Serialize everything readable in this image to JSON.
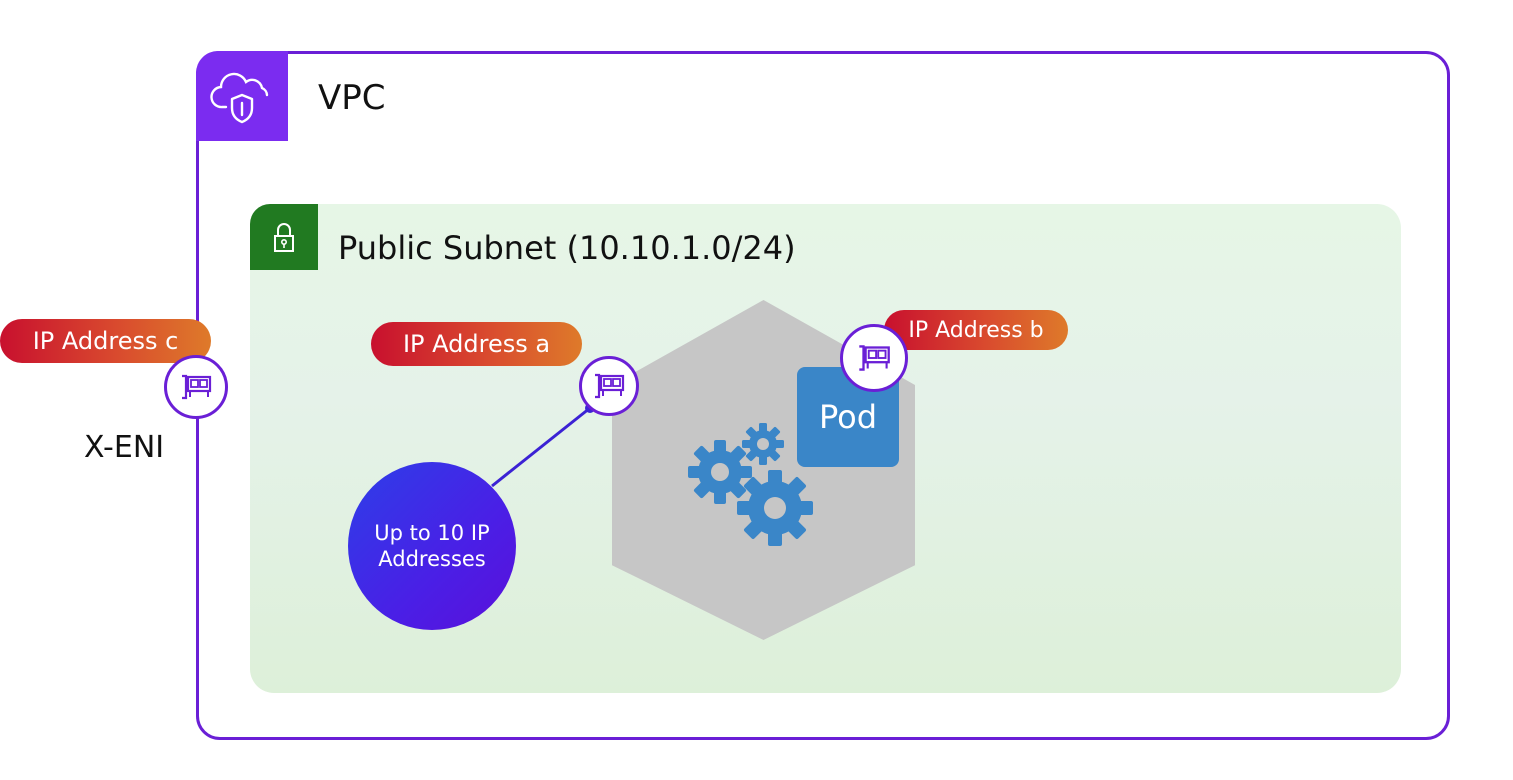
{
  "vpc": {
    "label": "VPC",
    "icon": "cloud-shield-icon",
    "color": "#7b2cf0"
  },
  "subnet": {
    "label": "Public Subnet (10.10.1.0/24)",
    "icon": "lock-icon",
    "color": "#217a21"
  },
  "pod": {
    "label": "Pod",
    "color": "#3a86c8"
  },
  "ip_addresses": {
    "a": "IP Address a",
    "b": "IP Address b",
    "c": "IP Address c"
  },
  "eni": {
    "external_label": "X-ENI",
    "icon": "network-interface-icon"
  },
  "ip_pool": {
    "label": "Up to 10 IP Addresses"
  },
  "node": {
    "icon": "gears-icon"
  }
}
